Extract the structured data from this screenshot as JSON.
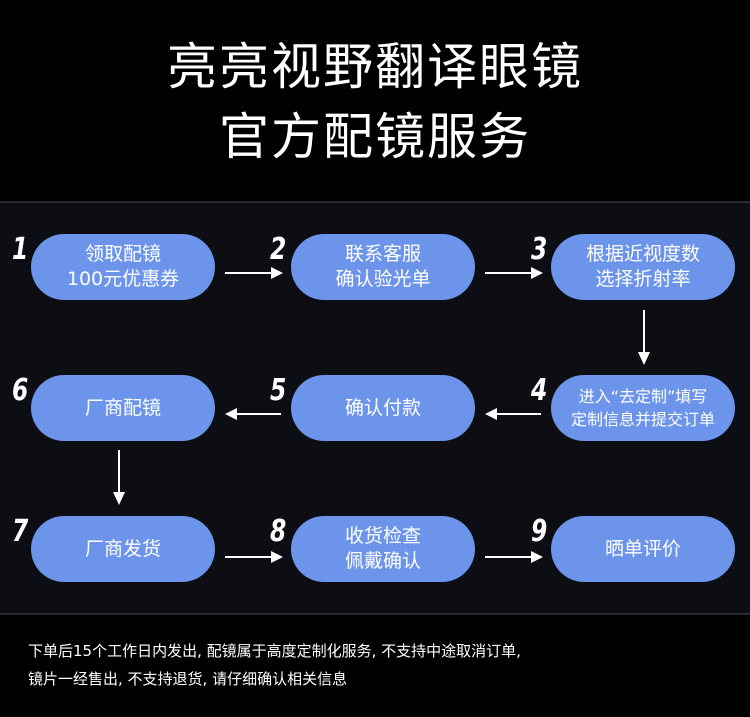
{
  "header": {
    "title_line1": "亮亮视野翻译眼镜",
    "title_line2": "官方配镜服务"
  },
  "colors": {
    "background": "#000000",
    "panel": "#0d0e14",
    "pill": "#6b94ea",
    "text": "#ffffff"
  },
  "steps": [
    {
      "number": "1",
      "line1": "领取配镜",
      "line2": "100元优惠券"
    },
    {
      "number": "2",
      "line1": "联系客服",
      "line2": "确认验光单"
    },
    {
      "number": "3",
      "line1": "根据近视度数",
      "line2": "选择折射率"
    },
    {
      "number": "4",
      "line1": "进入“去定制”填写",
      "line2": "定制信息并提交订单"
    },
    {
      "number": "5",
      "line1": "确认付款",
      "line2": ""
    },
    {
      "number": "6",
      "line1": "厂商配镜",
      "line2": ""
    },
    {
      "number": "7",
      "line1": "厂商发货",
      "line2": ""
    },
    {
      "number": "8",
      "line1": "收货检查",
      "line2": "佩戴确认"
    },
    {
      "number": "9",
      "line1": "晒单评价",
      "line2": ""
    }
  ],
  "footer": {
    "note_line1": "下单后15个工作日内发出, 配镜属于高度定制化服务, 不支持中途取消订单,",
    "note_line2": "镜片一经售出, 不支持退货, 请仔细确认相关信息"
  }
}
